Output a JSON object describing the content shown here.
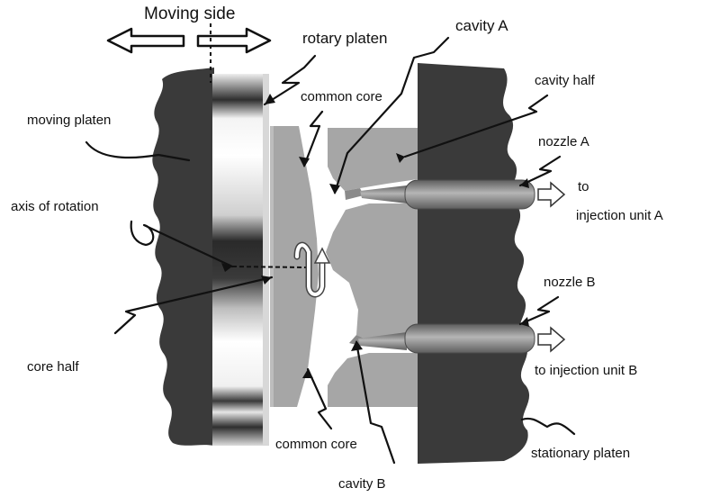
{
  "labels": {
    "moving_side": "Moving side",
    "rotary_platen": "rotary platen",
    "cavity_a": "cavity A",
    "cavity_half": "cavity half",
    "common_core_top": "common core",
    "moving_platen": "moving platen",
    "nozzle_a": "nozzle A",
    "to": "to",
    "injection_unit_a": "injection unit A",
    "axis_of_rotation": "axis of rotation",
    "nozzle_b": "nozzle B",
    "core_half": "core half",
    "to_injection_unit_b": "to injection unit B",
    "common_core_bottom": "common core",
    "stationary_platen": "stationary platen",
    "cavity_b": "cavity B"
  },
  "colors": {
    "platen_dark": "#3a3a3a",
    "rotary_light": "#f0f0f0",
    "core_gray": "#a6a6a6",
    "nozzle_gray": "#8f8f8f",
    "ink": "#111111"
  },
  "icons": [
    "double-arrow-icon",
    "rotation-arrow-icon",
    "outlet-arrow-icon"
  ]
}
